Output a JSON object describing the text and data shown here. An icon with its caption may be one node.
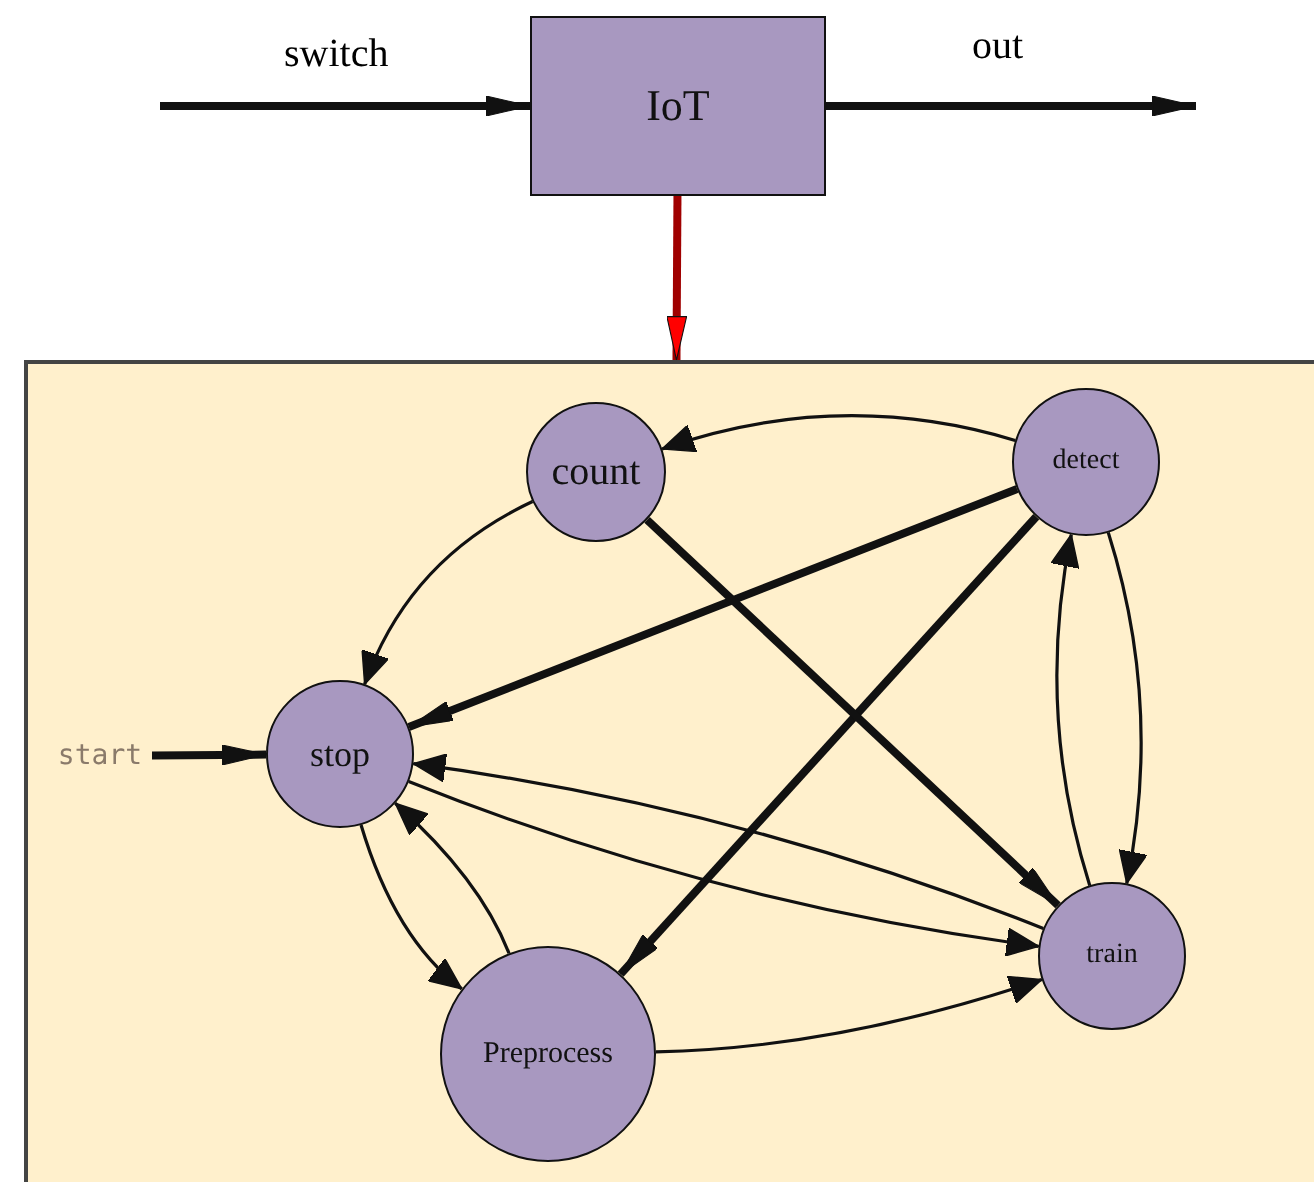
{
  "diagram": {
    "nodes": [
      {
        "text": [
          "IoT"
        ]
      },
      {
        "text": [],
        "shape": "box"
      },
      {
        "text": [
          "count"
        ],
        "in": 1
      },
      {
        "text": [
          "detect"
        ],
        "in": 1
      },
      {
        "text": [
          "stop"
        ],
        "in": 1
      },
      {
        "text": [
          "start"
        ],
        "in": 1
      },
      {
        "text": [
          "Preprocess"
        ],
        "in": 1
      },
      {
        "text": [
          "train"
        ],
        "in": 1
      }
    ],
    "edges": [
      {
        "from": null,
        "to": 0,
        "arrow": "to",
        "label": "switch",
        "style": "thick"
      },
      {
        "from": 0,
        "to": null,
        "arrow": "to",
        "label": "out",
        "style": "thick"
      },
      {
        "from": 0,
        "to": 1,
        "arrow": "to",
        "color": "#a00000",
        "style": "thick"
      },
      {
        "from": 3,
        "to": 2,
        "arrow": "to"
      },
      {
        "from": 2,
        "to": 4,
        "arrow": "to"
      },
      {
        "from": 3,
        "to": 4,
        "arrow": "to",
        "style": "thick"
      },
      {
        "from": 3,
        "to": 6,
        "arrow": "to",
        "style": "thick"
      },
      {
        "from": 2,
        "to": 7,
        "arrow": "to",
        "style": "thick"
      },
      {
        "from": 5,
        "to": 4,
        "arrow": "to",
        "style": "thick"
      },
      {
        "from": 7,
        "to": 4,
        "arrow": "to"
      },
      {
        "from": 4,
        "to": 7,
        "arrow": "to"
      },
      {
        "from": 4,
        "to": 6,
        "arrow": "to"
      },
      {
        "from": 6,
        "to": 4,
        "arrow": "to"
      },
      {
        "from": 6,
        "to": 7,
        "arrow": "to"
      },
      {
        "from": 3,
        "to": 7,
        "arrow": "to"
      },
      {
        "from": 7,
        "to": 3,
        "arrow": "to"
      }
    ]
  }
}
